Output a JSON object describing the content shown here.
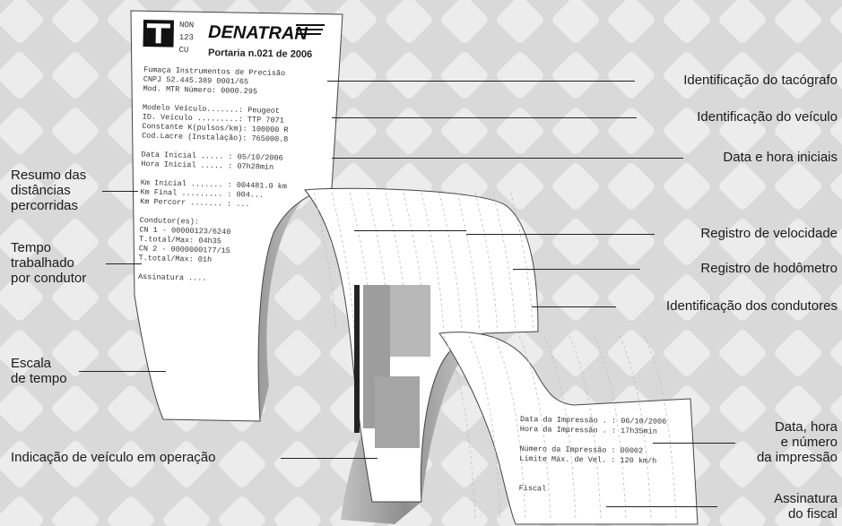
{
  "colors": {
    "background": "#d9d9d9",
    "tile": "#ececec",
    "paper": "#ffffff",
    "paper_shadow": "#9a9a9a",
    "ink": "#222222",
    "gridline": "#bdbdbd"
  },
  "icon": "denatran-logo-icon",
  "receipt": {
    "logo_lines": [
      "NON",
      "123",
      "CU"
    ],
    "brand": "DENATRAN",
    "portaria": "Portaria n.021 de 2006",
    "text_lines": [
      "Fumaça Instrumentos de Precisão",
      "CNPJ 52.445.389 0001/65",
      "Mod. MTR Número: 0000.295",
      "",
      "Modelo Veículo.......: Peugeot",
      "ID. Veículo .........: TTP 7071",
      "Constante K(pulsos/km): 100000 R",
      "Cod.Lacre (Instalação): 765000.8",
      "",
      "Data Inicial ..... : 05/10/2006",
      "Hora Inicial ..... : 07h28min",
      "",
      "Km Inicial ....... : 004481.0 km",
      "Km Final ......... : 004...",
      "Km Percorr ....... : ...",
      "",
      "Condutor(es):",
      "CN 1 - 00000123/6240",
      "  T.total/Max: 04h35",
      "CN 2 - 0000000177/15",
      "  T.total/Max: 01h",
      "",
      "Assinatura ...."
    ],
    "end_lines": [
      "Data da Impressão . : 06/10/2006",
      "Hora da Impressão . : 17h35min",
      "",
      "Número da Impressão : 00002",
      "Limite Máx. de Vel. : 120 km/h",
      "",
      "",
      "Fiscal"
    ]
  },
  "labels": {
    "tacografo": "Identificação do tacógrafo",
    "veiculo": "Identificação do veículo",
    "data_hora_iniciais": "Data e hora iniciais",
    "resumo": [
      "Resumo das",
      "distâncias",
      "percorridas"
    ],
    "tempo": [
      "Tempo",
      "trabalhado",
      "por condutor"
    ],
    "velocidade": "Registro de velocidade",
    "hodometro": "Registro de hodômetro",
    "condutores": "Identificação dos condutores",
    "escala": [
      "Escala",
      "de tempo"
    ],
    "operacao": "Indicação de veículo em operação",
    "impressao": [
      "Data, hora",
      "e número",
      "da impressão"
    ],
    "fiscal": [
      "Assinatura",
      "do fiscal"
    ]
  }
}
